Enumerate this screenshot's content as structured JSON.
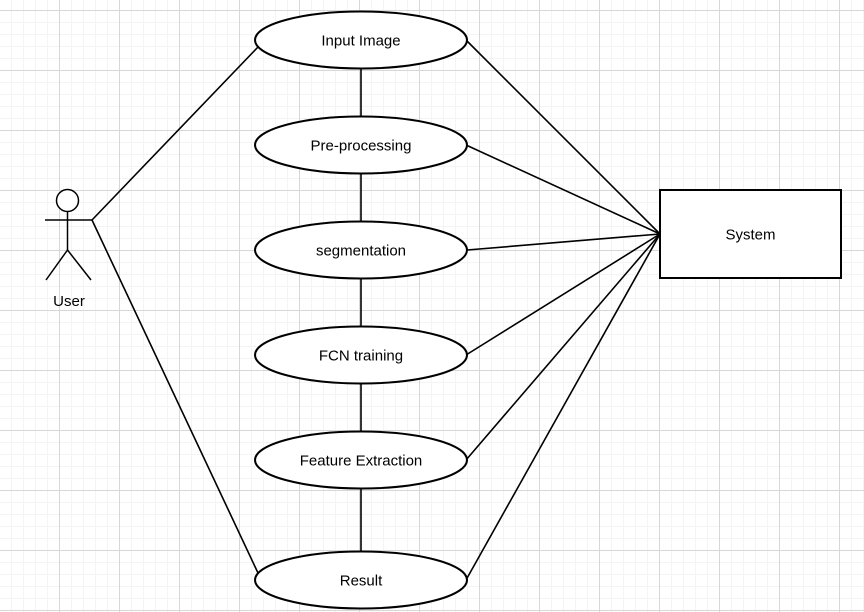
{
  "diagram": {
    "type": "use-case-diagram",
    "actor": {
      "label": "User"
    },
    "usecases": [
      {
        "label": "Input Image"
      },
      {
        "label": "Pre-processing"
      },
      {
        "label": "segmentation"
      },
      {
        "label": "FCN training"
      },
      {
        "label": "Feature Extraction"
      },
      {
        "label": "Result"
      }
    ],
    "system": {
      "label": "System"
    },
    "edges": [
      {
        "from": "User",
        "to": "Input Image"
      },
      {
        "from": "User",
        "to": "Result"
      },
      {
        "from": "Input Image",
        "to": "Pre-processing"
      },
      {
        "from": "Pre-processing",
        "to": "segmentation"
      },
      {
        "from": "segmentation",
        "to": "FCN training"
      },
      {
        "from": "FCN training",
        "to": "Feature Extraction"
      },
      {
        "from": "Feature Extraction",
        "to": "Result"
      },
      {
        "from": "Input Image",
        "to": "System"
      },
      {
        "from": "Pre-processing",
        "to": "System"
      },
      {
        "from": "segmentation",
        "to": "System"
      },
      {
        "from": "FCN training",
        "to": "System"
      },
      {
        "from": "Feature Extraction",
        "to": "System"
      },
      {
        "from": "Result",
        "to": "System"
      }
    ],
    "colors": {
      "shape_stroke": "#000000",
      "shape_fill": "#ffffff",
      "text": "#000000",
      "grid_major": "#d7d7d7",
      "grid_minor": "#f4f4f4",
      "background": "#ffffff"
    }
  }
}
